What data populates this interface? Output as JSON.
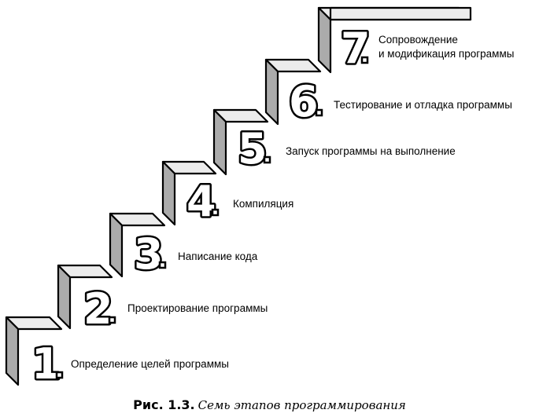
{
  "steps": [
    {
      "number": "1",
      "label": "Определение целей программы"
    },
    {
      "number": "2",
      "label": "Проектирование программы"
    },
    {
      "number": "3",
      "label": "Написание кода"
    },
    {
      "number": "4",
      "label": "Компиляция"
    },
    {
      "number": "5",
      "label": "Запуск программы на выполнение"
    },
    {
      "number": "6",
      "label": "Тестирование и отладка программы"
    },
    {
      "number": "7",
      "label_line1": "Сопровождение",
      "label_line2": "и модификация программы"
    }
  ],
  "caption": {
    "figure_label": "Рис. 1.3.",
    "figure_text": "Семь этапов программирования"
  },
  "colors": {
    "step_front": "#ababab",
    "step_top": "#ececec",
    "outline": "#000000"
  }
}
